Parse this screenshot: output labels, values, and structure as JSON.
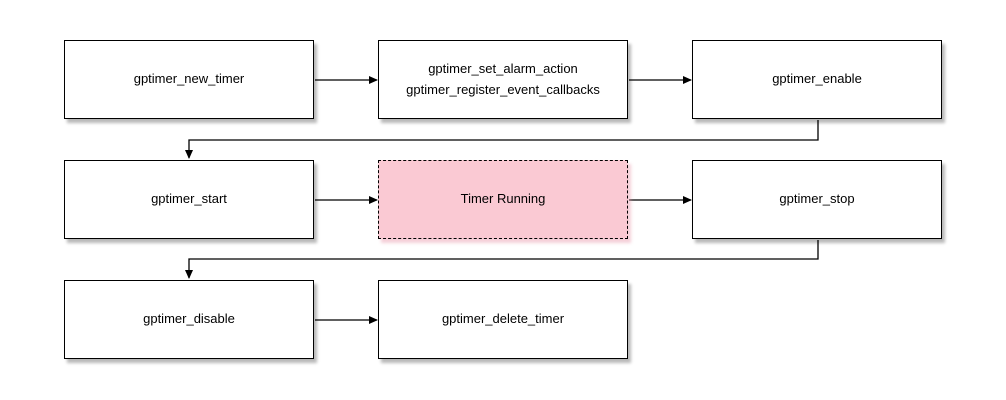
{
  "diagram": {
    "nodes": {
      "new_timer": {
        "label": "gptimer_new_timer"
      },
      "config": {
        "label": "gptimer_set_alarm_action\ngptimer_register_event_callbacks"
      },
      "enable": {
        "label": "gptimer_enable"
      },
      "start": {
        "label": "gptimer_start"
      },
      "timer_running": {
        "label": "Timer Running"
      },
      "stop": {
        "label": "gptimer_stop"
      },
      "disable": {
        "label": "gptimer_disable"
      },
      "delete_timer": {
        "label": "gptimer_delete_timer"
      }
    },
    "colors": {
      "node_fill": "#ffffff",
      "node_border": "#000000",
      "highlight_fill": "#fac9d3",
      "connector": "#000000",
      "background": "#ffffff"
    }
  }
}
